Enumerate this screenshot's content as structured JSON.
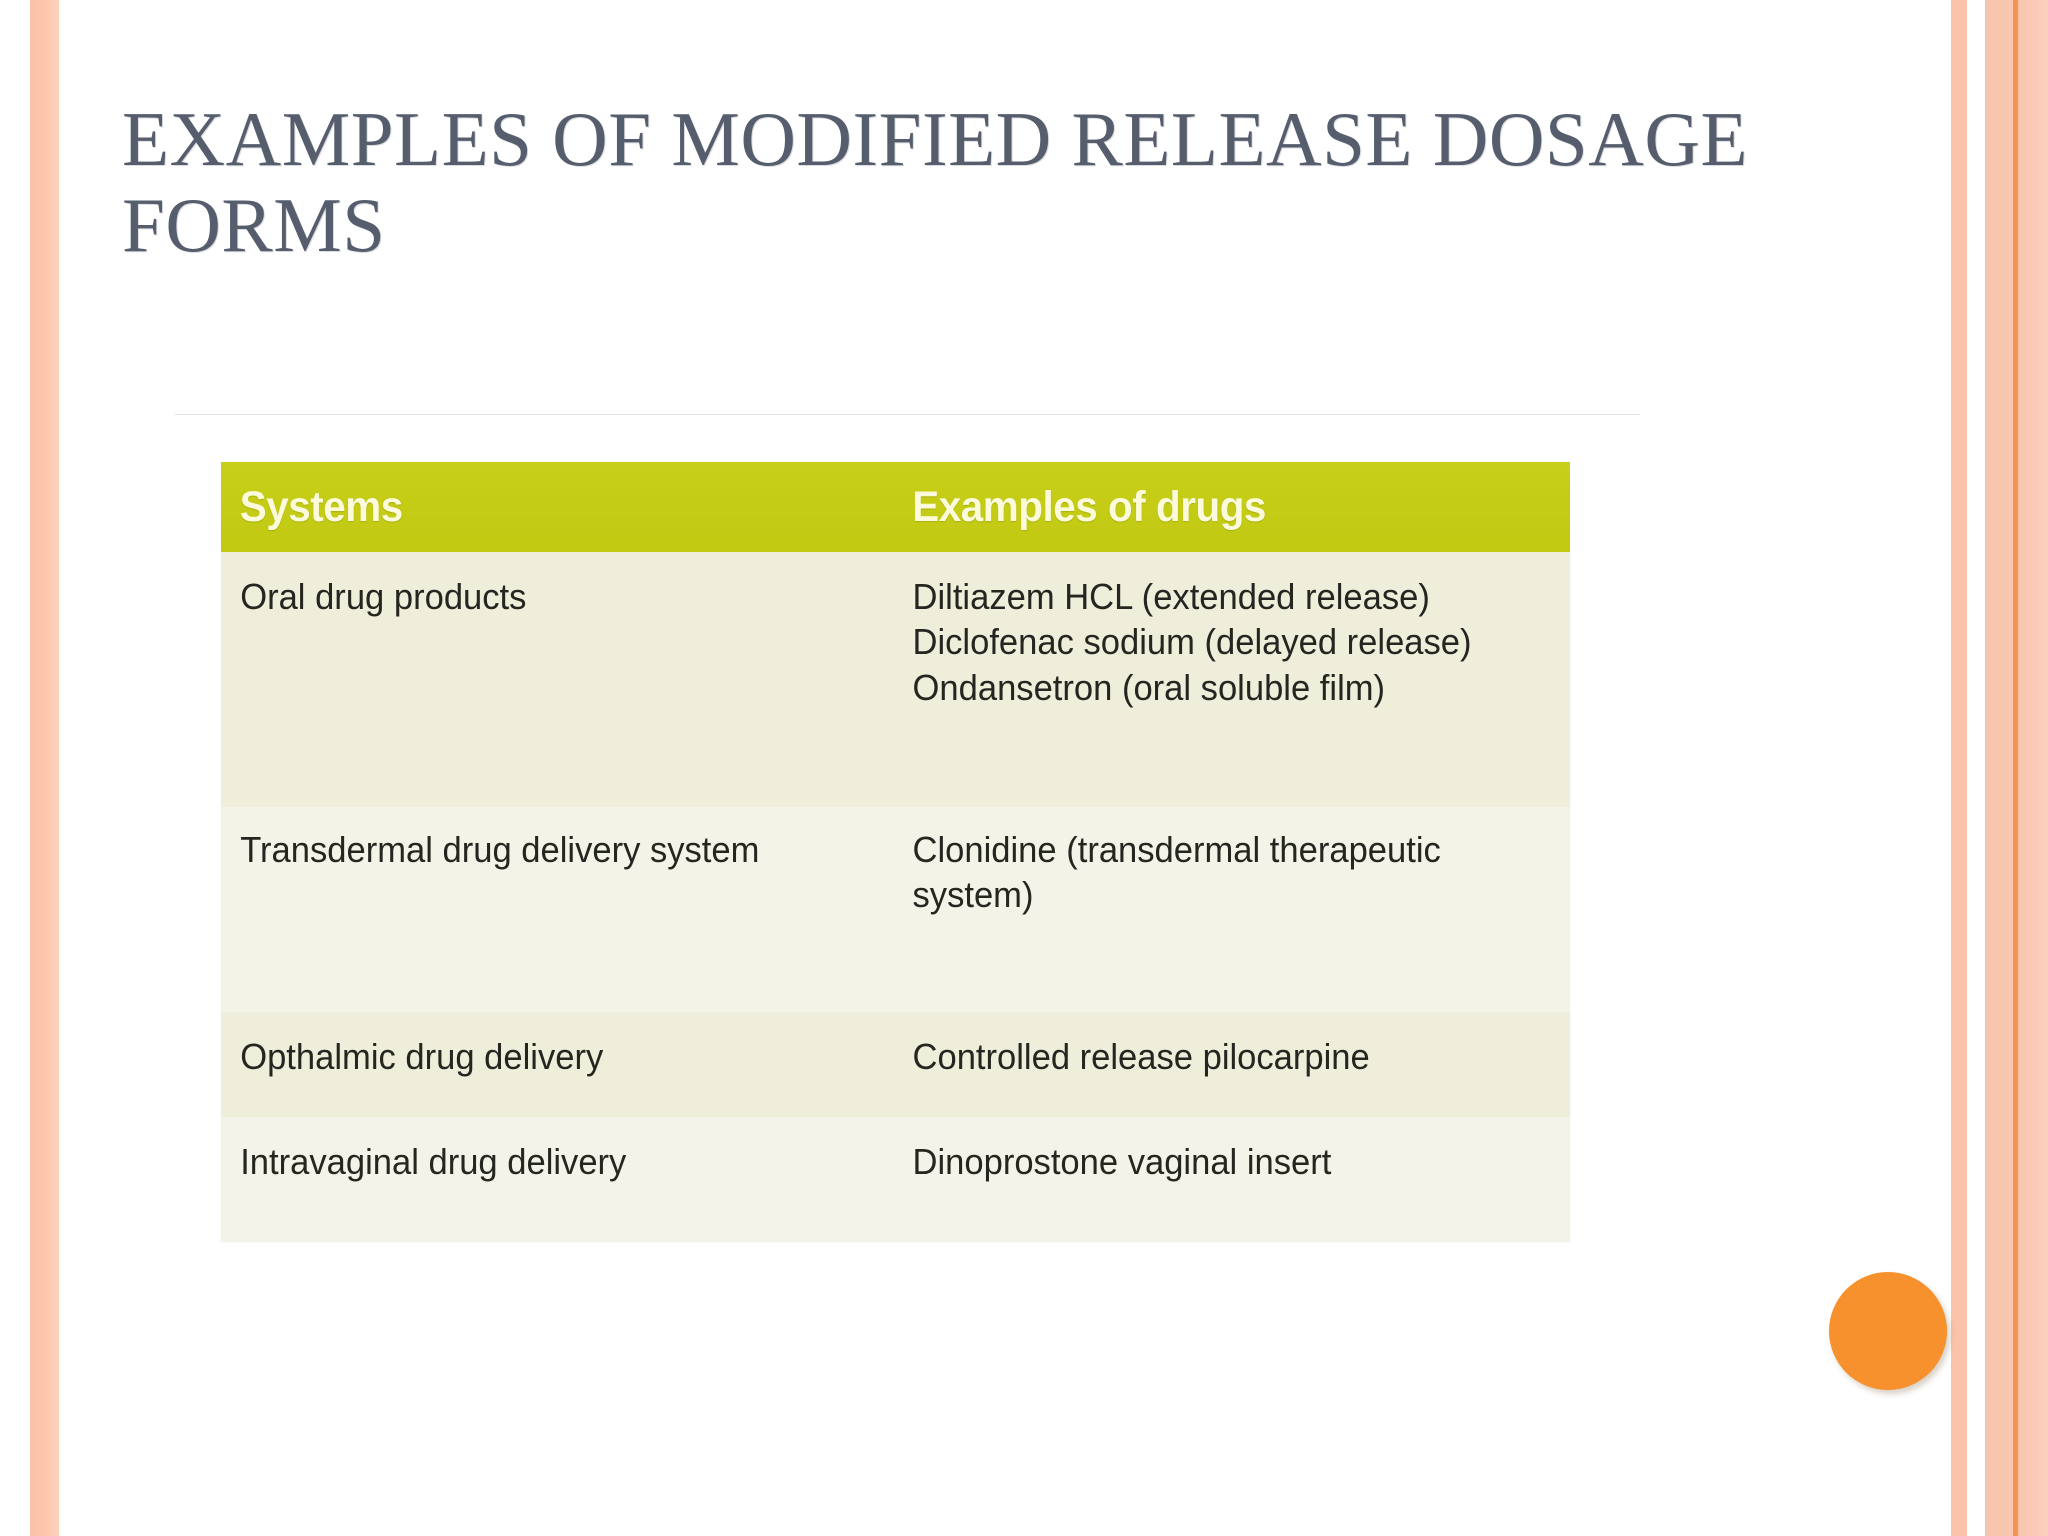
{
  "slide": {
    "title": "Examples of modified release dosage forms",
    "accent_colors": {
      "title_text": "#565e6d",
      "table_header_bg": "#c3cb14",
      "table_header_text": "#fbfada",
      "row_light": "#f4f3e8",
      "row_dark": "#efeedb",
      "edge_stripe": "#fbc3a9",
      "edge_stripe_accent": "#f5934f",
      "orange_dot": "#f7912e"
    }
  },
  "table": {
    "headers": [
      "Systems",
      "Examples of drugs"
    ],
    "rows": [
      {
        "system": "Oral drug products",
        "examples": "Diltiazem HCL (extended release)\nDiclofenac sodium (delayed release)\nOndansetron (oral soluble film)"
      },
      {
        "system": "Transdermal drug delivery system",
        "examples": "Clonidine (transdermal therapeutic\nsystem)"
      },
      {
        "system": "Opthalmic drug delivery",
        "examples": "Controlled release pilocarpine"
      },
      {
        "system": "Intravaginal drug delivery",
        "examples": "Dinoprostone vaginal insert"
      }
    ]
  },
  "decorations": {
    "orange_dot_name": "orange-circle-decoration",
    "left_stripe_name": "left-edge-stripe",
    "right_stripe_name": "right-edge-stripe"
  }
}
